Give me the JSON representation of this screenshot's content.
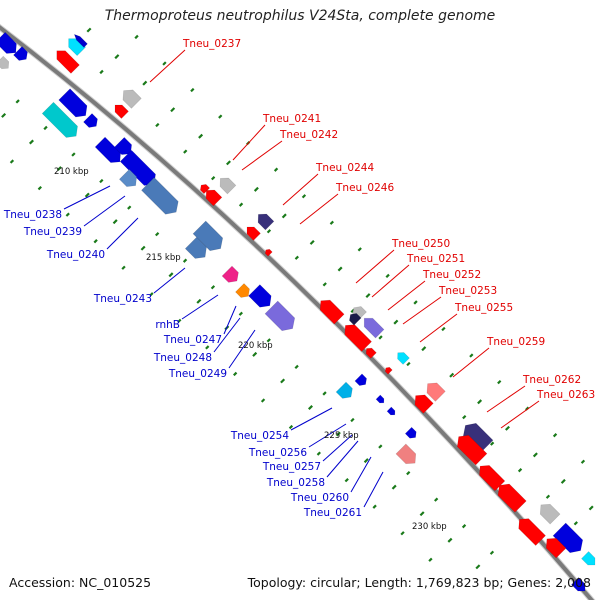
{
  "title": "Thermoproteus neutrophilus V24Sta, complete genome",
  "footer": {
    "accession": "Accession: NC_010525",
    "topology": "Topology: circular; Length: 1,769,823 bp; Genes: 2,008"
  },
  "colors": {
    "plus_strand_label": "#e00000",
    "minus_strand_label": "#0000cc",
    "backbone": "#7a7a7a",
    "tick_dot": "#1a7a1a"
  },
  "ticks": [
    "210 kbp",
    "215 kbp",
    "220 kbp",
    "225 kbp",
    "230 kbp"
  ],
  "labels_plus": [
    "Tneu_0237",
    "Tneu_0241",
    "Tneu_0242",
    "Tneu_0244",
    "Tneu_0246",
    "Tneu_0250",
    "Tneu_0251",
    "Tneu_0252",
    "Tneu_0253",
    "Tneu_0255",
    "Tneu_0259",
    "Tneu_0262",
    "Tneu_0263"
  ],
  "labels_minus": [
    "Tneu_0238",
    "Tneu_0239",
    "Tneu_0240",
    "Tneu_0243",
    "rnhB",
    "Tneu_0247",
    "Tneu_0248",
    "Tneu_0249",
    "Tneu_0254",
    "Tneu_0256",
    "Tneu_0257",
    "Tneu_0258",
    "Tneu_0260",
    "Tneu_0261"
  ]
}
